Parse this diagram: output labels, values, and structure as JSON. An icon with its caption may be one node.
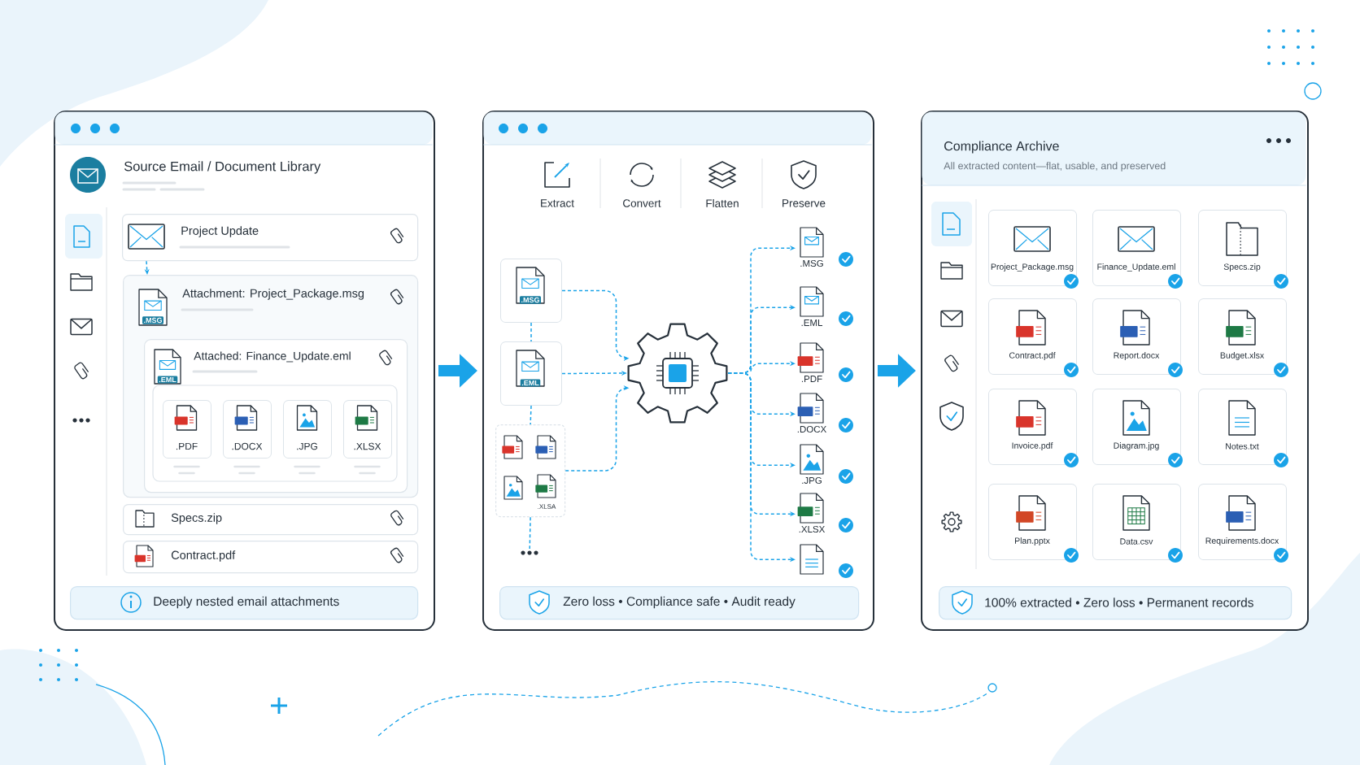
{
  "diagram": {
    "nodes": [
      {
        "text": [
          "Source Email / Document Library"
        ]
      },
      {
        "text": [
          "Project Update"
        ],
        "in": 0
      },
      {
        "text": [
          "Attachment: Project_Package.msg",
          ".MSG"
        ],
        "in": 0
      },
      {
        "text": [
          "Attached: Finance_Update.eml",
          ".EML"
        ],
        "in": 2
      },
      {
        "text": [
          ".PDF"
        ],
        "in": 3
      },
      {
        "text": [
          ".DOCX"
        ],
        "in": 3
      },
      {
        "text": [
          ".JPG"
        ],
        "in": 3
      },
      {
        "text": [
          ".XLSX"
        ],
        "in": 3
      },
      {
        "text": [
          "Specs.zip"
        ],
        "in": 0
      },
      {
        "text": [
          "Contract.pdf"
        ],
        "in": 0
      },
      {
        "text": [
          "Deeply nested email attachments"
        ],
        "in": 0
      },
      {
        "text": [],
        "shape": "box"
      },
      {
        "text": [
          ".MSG"
        ],
        "in": 11
      },
      {
        "text": [
          ".EML"
        ],
        "in": 11
      },
      {
        "text": [
          ".XLSA"
        ],
        "in": 11
      },
      {
        "text": [],
        "shape": "dots",
        "in": 11
      },
      {
        "text": [],
        "shape": "gear",
        "in": 11
      },
      {
        "text": [
          ".MSG"
        ],
        "in": 11
      },
      {
        "text": [
          ".EML"
        ],
        "in": 11
      },
      {
        "text": [
          ".PDF"
        ],
        "in": 11
      },
      {
        "text": [
          ".DOCX"
        ],
        "in": 11
      },
      {
        "text": [
          ".JPG"
        ],
        "in": 11
      },
      {
        "text": [
          ".XLSX"
        ],
        "in": 11
      },
      {
        "text": [],
        "shape": "document",
        "in": 11
      },
      {
        "text": [
          "Zero loss • Compliance safe • Audit ready"
        ],
        "in": 11
      },
      {
        "text": [
          "Compliance Archive",
          "All extracted content—flat, usable, and preserved"
        ]
      },
      {
        "text": [
          "Project_Package.msg"
        ],
        "in": 25
      },
      {
        "text": [
          "Finance_Update.eml"
        ],
        "in": 25
      },
      {
        "text": [
          "Specs.zip"
        ],
        "in": 25
      },
      {
        "text": [
          "Contract.pdf"
        ],
        "in": 25
      },
      {
        "text": [
          "Report.docx"
        ],
        "in": 25
      },
      {
        "text": [
          "Budget.xlsx"
        ],
        "in": 25
      },
      {
        "text": [
          "Invoice.pdf"
        ],
        "in": 25
      },
      {
        "text": [
          "Diagram.jpg"
        ],
        "in": 25
      },
      {
        "text": [
          "Notes.txt"
        ],
        "in": 25
      },
      {
        "text": [
          "Plan.pptx"
        ],
        "in": 25
      },
      {
        "text": [
          "Data.csv"
        ],
        "in": 25
      },
      {
        "text": [
          "Requirements.docx"
        ],
        "in": 25
      },
      {
        "text": [
          "100% extracted • Zero loss • Permanent records"
        ],
        "in": 25
      }
    ],
    "edges": [
      {
        "from": 0,
        "to": 11,
        "arrow": "to",
        "style": "thick"
      },
      {
        "from": 11,
        "to": 25,
        "arrow": "to",
        "style": "thick"
      },
      {
        "from": 1,
        "to": 2,
        "arrow": "to",
        "style": "dashed"
      },
      {
        "from": 12,
        "to": 16,
        "arrow": "to",
        "style": "dashed"
      },
      {
        "from": 13,
        "to": 16,
        "arrow": "to",
        "style": "dashed"
      },
      {
        "from": 14,
        "to": 16,
        "arrow": "to",
        "style": "dashed"
      },
      {
        "from": 16,
        "to": 17,
        "arrow": "to",
        "style": "dashed"
      },
      {
        "from": 16,
        "to": 18,
        "arrow": "to",
        "style": "dashed"
      },
      {
        "from": 16,
        "to": 19,
        "arrow": "to",
        "style": "dashed"
      },
      {
        "from": 16,
        "to": 20,
        "arrow": "to",
        "style": "dashed"
      },
      {
        "from": 16,
        "to": 21,
        "arrow": "to",
        "style": "dashed"
      },
      {
        "from": 16,
        "to": 22,
        "arrow": "to",
        "style": "dashed"
      },
      {
        "from": 16,
        "to": 23,
        "arrow": "to",
        "style": "dashed"
      },
      {
        "from": 12,
        "to": 13,
        "arrow": "none",
        "style": "dashed"
      },
      {
        "from": 13,
        "to": 14,
        "arrow": "none",
        "style": "dashed"
      },
      {
        "from": 14,
        "to": 15,
        "arrow": "none",
        "style": "dashed"
      }
    ],
    "labels": [
      "Extract",
      "Convert",
      "Flatten",
      "Preserve"
    ]
  }
}
